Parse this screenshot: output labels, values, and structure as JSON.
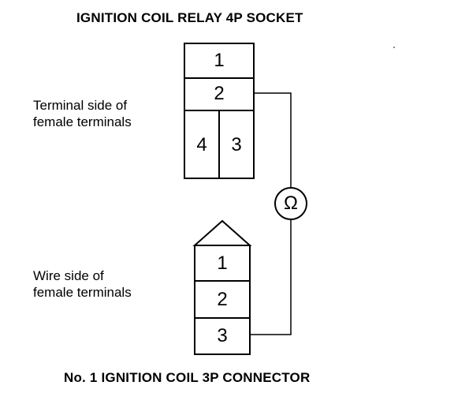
{
  "top_title": "IGNITION COIL RELAY 4P SOCKET",
  "bottom_title": "No. 1 IGNITION COIL 3P CONNECTOR",
  "terminal_side_label": {
    "line1": "Terminal side of",
    "line2": "female terminals"
  },
  "wire_side_label": {
    "line1": "Wire side of",
    "line2": "female terminals"
  },
  "relay_socket_pins": {
    "pin1": "1",
    "pin2": "2",
    "pin3": "3",
    "pin4": "4"
  },
  "coil_connector_pins": {
    "pin1": "1",
    "pin2": "2",
    "pin3": "3"
  },
  "ohmmeter_symbol": "Ω",
  "colors": {
    "line": "#000000",
    "background": "#ffffff"
  }
}
